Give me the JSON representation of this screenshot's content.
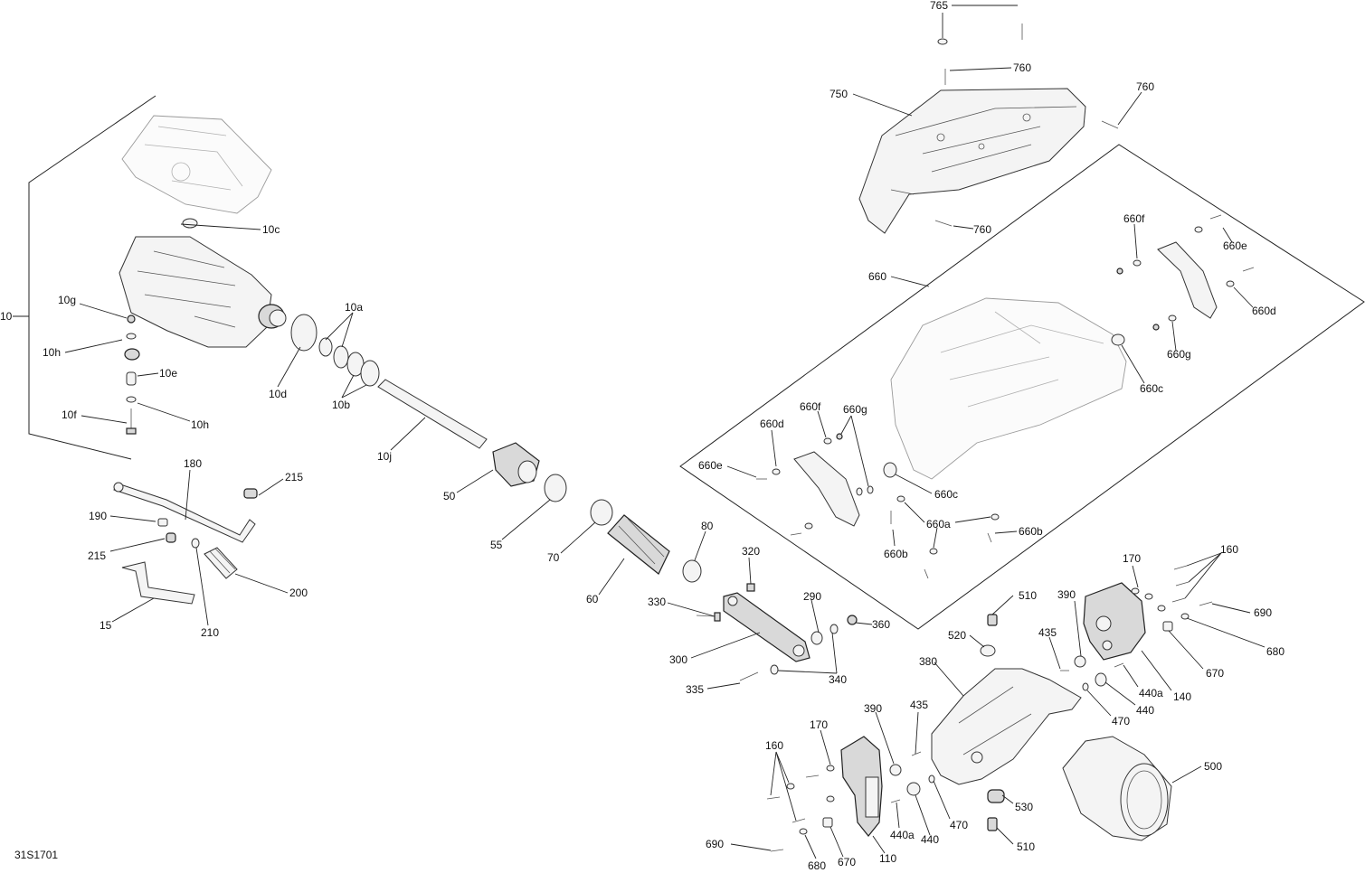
{
  "figure_code": "31S1701",
  "labels": {
    "l765": "765",
    "l760a": "760",
    "l760b": "760",
    "l760c": "760",
    "l750": "750",
    "l660": "660",
    "l660f_top": "660f",
    "l660e_top": "660e",
    "l660d_top": "660d",
    "l660g_top": "660g",
    "l660c_top": "660c",
    "l660d_left": "660d",
    "l660f_left": "660f",
    "l660g_left": "660g",
    "l660e_left": "660e",
    "l660c_left": "660c",
    "l660a": "660a",
    "l660b_left": "660b",
    "l660b_right": "660b",
    "l10": "10",
    "l10c": "10c",
    "l10g": "10g",
    "l10h_a": "10h",
    "l10e": "10e",
    "l10f": "10f",
    "l10h_b": "10h",
    "l10d": "10d",
    "l10a": "10a",
    "l10b": "10b",
    "l10j": "10j",
    "l180": "180",
    "l215_a": "215",
    "l190": "190",
    "l215_b": "215",
    "l200": "200",
    "l15": "15",
    "l210": "210",
    "l50": "50",
    "l55": "55",
    "l70": "70",
    "l60": "60",
    "l80": "80",
    "l320": "320",
    "l330": "330",
    "l290": "290",
    "l360": "360",
    "l300": "300",
    "l340": "340",
    "l335": "335",
    "l510_top": "510",
    "l520": "520",
    "l390_top": "390",
    "l435_top": "435",
    "l170_top": "170",
    "l160_top": "160",
    "l690_top": "690",
    "l680_top": "680",
    "l670_top": "670",
    "l440a_top": "440a",
    "l140": "140",
    "l440_top": "440",
    "l470_top": "470",
    "l380": "380",
    "l390_bot": "390",
    "l435_bot": "435",
    "l170_bot": "170",
    "l160_bot": "160",
    "l500": "500",
    "l530": "530",
    "l470_bot": "470",
    "l440a_bot": "440a",
    "l440_bot": "440",
    "l510_bot": "510",
    "l110": "110",
    "l670_bot": "670",
    "l680_bot": "680",
    "l690_bot": "690"
  }
}
